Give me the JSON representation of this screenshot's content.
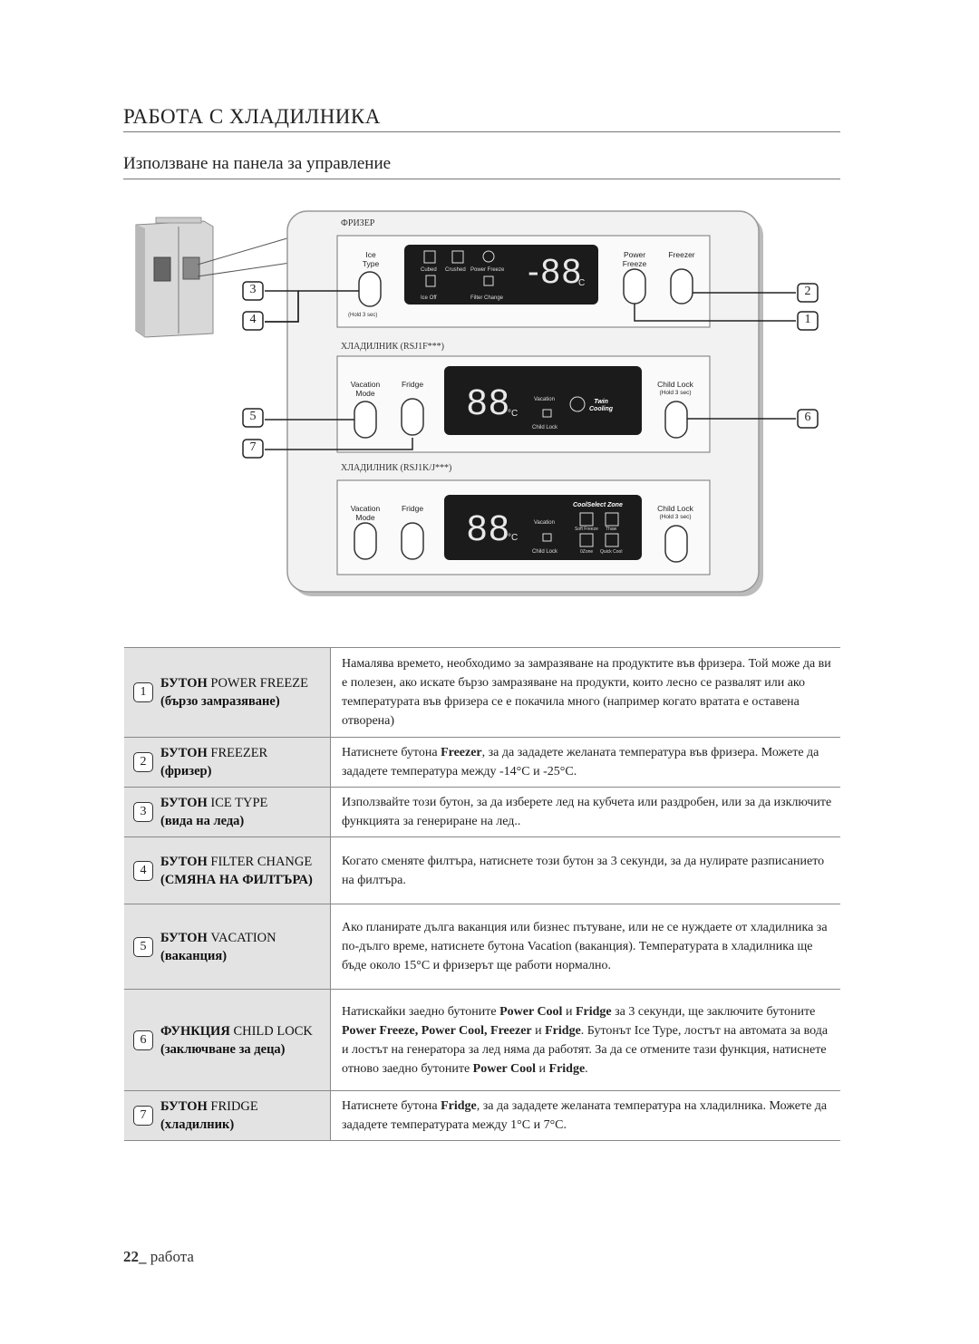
{
  "page": {
    "title": "РАБОТА С ХЛАДИЛНИКА",
    "subtitle": "Използване на панела за управление",
    "footer_number": "22_",
    "footer_text": "работа"
  },
  "diagram": {
    "freezer_section": "ФРИЗЕР",
    "fridge_f_section": "ХЛАДИЛНИК (RSJ1F***)",
    "fridge_k_section": "ХЛАДИЛНИК (RSJ1K/J***)",
    "ice_type_label_1": "Ice",
    "ice_type_label_2": "Type",
    "hold_label": "(Hold 3 sec)",
    "cubed": "Cubed",
    "crushed": "Crushed",
    "power_freeze_small": "Power Freeze",
    "ice_off": "Ice Off",
    "filter_change": "Filter Change",
    "freezer_digits": "-88",
    "deg_c": "°C",
    "power_label_1": "Power",
    "power_label_2": "Freeze",
    "freezer_label": "Freezer",
    "vacation_label_1": "Vacation",
    "vacation_label_2": "Mode",
    "fridge_label": "Fridge",
    "fridge_digits": "88",
    "vacation_small": "Vacation",
    "child_lock_small": "Child Lock",
    "twin_1": "Twin",
    "twin_2": "Cooling",
    "child_lock_label": "Child Lock",
    "child_lock_hold": "(Hold 3 sec)",
    "coolselect": "CoolSelect Zone",
    "soft_freeze": "Soft Freeze",
    "thaw": "Thaw",
    "zero_zone": "0Zone",
    "quick_cool": "Quick Cool",
    "callouts": [
      "3",
      "4",
      "5",
      "7",
      "2",
      "1",
      "6"
    ]
  },
  "table": [
    {
      "num": "1",
      "name_a": "БУТОН",
      "name_b": "POWER FREEZE",
      "name_c": "(бързо замразяване)",
      "desc": "Намалява времето, необходимо за замразяване на продуктите във фризера. Той може да ви е полезен, ако искате бързо замразяване на продукти, които лесно се развалят или ако температурата във фризера се е покачила много (например когато вратата е оставена отворена)"
    },
    {
      "num": "2",
      "name_a": "БУТОН",
      "name_b": "FREEZER",
      "name_c": "(фризер)",
      "desc_pre": "Натиснете бутона ",
      "desc_bold": "Freezer",
      "desc_post": ", за да зададете желаната температура във фризера. Можете да зададете температура между -14°C и -25°C."
    },
    {
      "num": "3",
      "name_a": "БУТОН",
      "name_b": "ICE TYPE",
      "name_c": "(вида на леда)",
      "desc": "Използвайте този бутон, за да изберете лед на кубчета или раздробен, или за да изключите функцията за генериране на лед.."
    },
    {
      "num": "4",
      "name_a": "БУТОН",
      "name_b": "FILTER CHANGE",
      "name_c": "(СМЯНА НА ФИЛТЪРА)",
      "desc": "Когато сменяте филтъра, натиснете този бутон за 3 секунди, за да нулирате разписанието на филтъра."
    },
    {
      "num": "5",
      "name_a": "БУТОН",
      "name_b": "VACATION",
      "name_c": "(ваканция)",
      "desc": "Ако планирате дълга ваканция или бизнес пътуване, или не се нуждаете от хладилника за по-дълго време, натиснете бутона Vacation (ваканция). Температурата в хладилника ще бъде около 15°C и фризерът ще работи нормално."
    },
    {
      "num": "6",
      "name_a": "ФУНКЦИЯ",
      "name_b": "CHILD LOCK",
      "name_c": "(заключване за деца)",
      "desc_parts": [
        "Натискайки заедно бутоните ",
        "Power Cool",
        " и ",
        "Fridge",
        " за 3 секунди, ще заключите бутоните ",
        "Power Freeze, Power Cool, Freezer",
        " и ",
        "Fridge",
        ". Бутонът Ice Type, лостът на автомата за вода и лостът на генератора за лед няма да работят. За да се отмените тази функция, натиснете отново заедно бутоните ",
        "Power Cool",
        " и ",
        "Fridge",
        "."
      ]
    },
    {
      "num": "7",
      "name_a": "БУТОН",
      "name_b": "FRIDGE",
      "name_c": "(хладилник)",
      "desc_pre": "Натиснете бутона ",
      "desc_bold": "Fridge",
      "desc_post": ", за да зададете желаната температура на хладилника. Можете да зададете температурата между 1°C и 7°C."
    }
  ]
}
